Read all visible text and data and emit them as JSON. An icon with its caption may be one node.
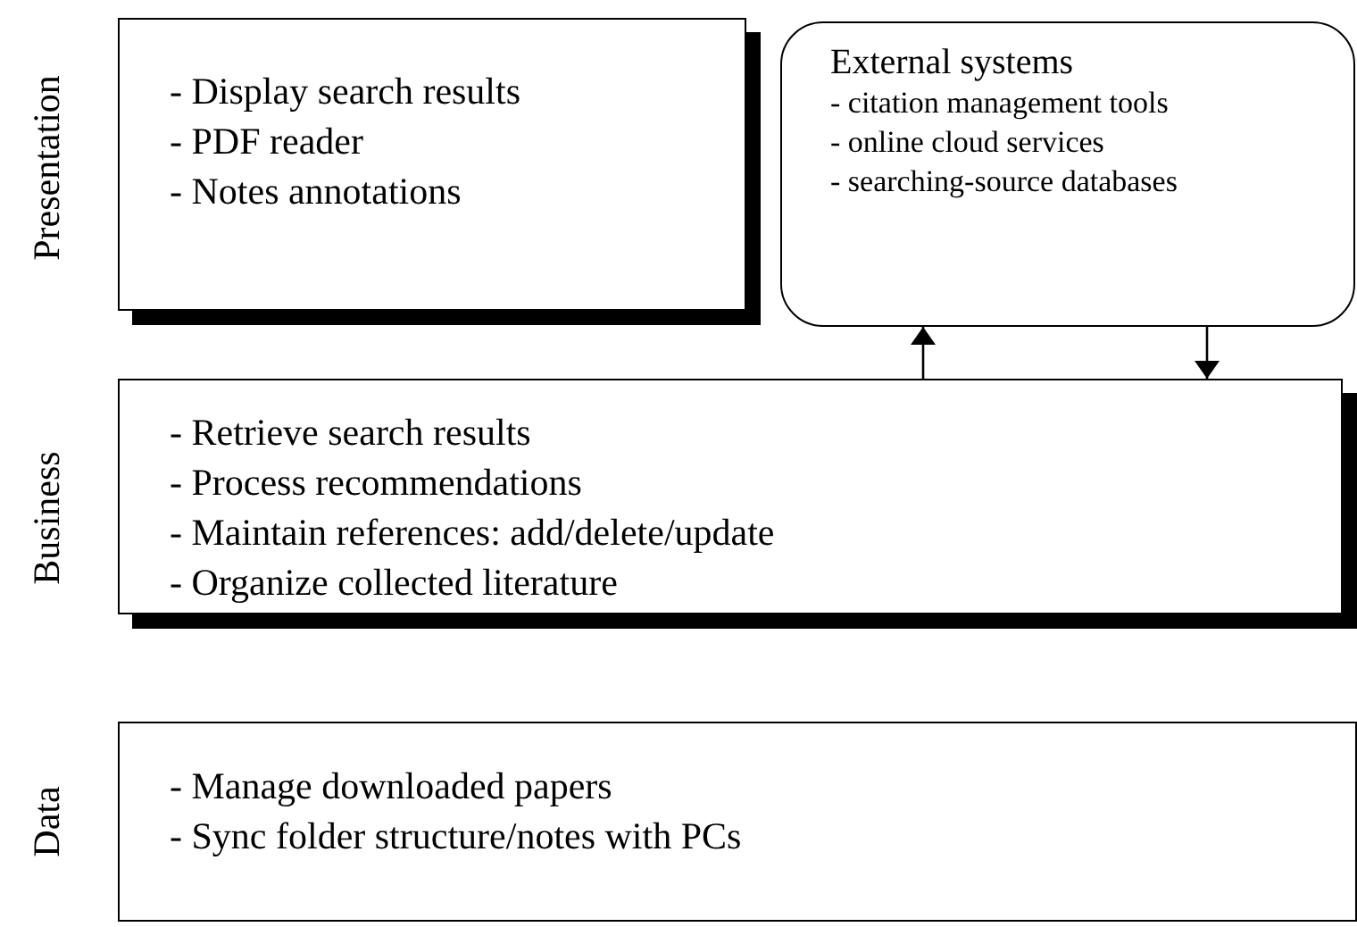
{
  "diagram": {
    "nodes": [
      {
        "text": [
          "- Display search results",
          "- PDF reader",
          "- Notes annotations"
        ]
      },
      {
        "text": [
          "External systems",
          "- citation management tools",
          "- online cloud services",
          "- searching-source databases"
        ]
      },
      {
        "text": [
          "- Retrieve search results",
          "- Process recommendations",
          "- Maintain references: add/delete/update",
          "- Organize collected literature"
        ]
      },
      {
        "text": [
          "- Manage downloaded papers",
          "- Sync folder structure/notes with PCs"
        ]
      }
    ],
    "edges": [
      {
        "from": 2,
        "to": 1,
        "arrow": "to"
      },
      {
        "from": 1,
        "to": 2,
        "arrow": "to"
      }
    ],
    "labels": [
      "Presentation",
      "Business",
      "Data"
    ]
  }
}
